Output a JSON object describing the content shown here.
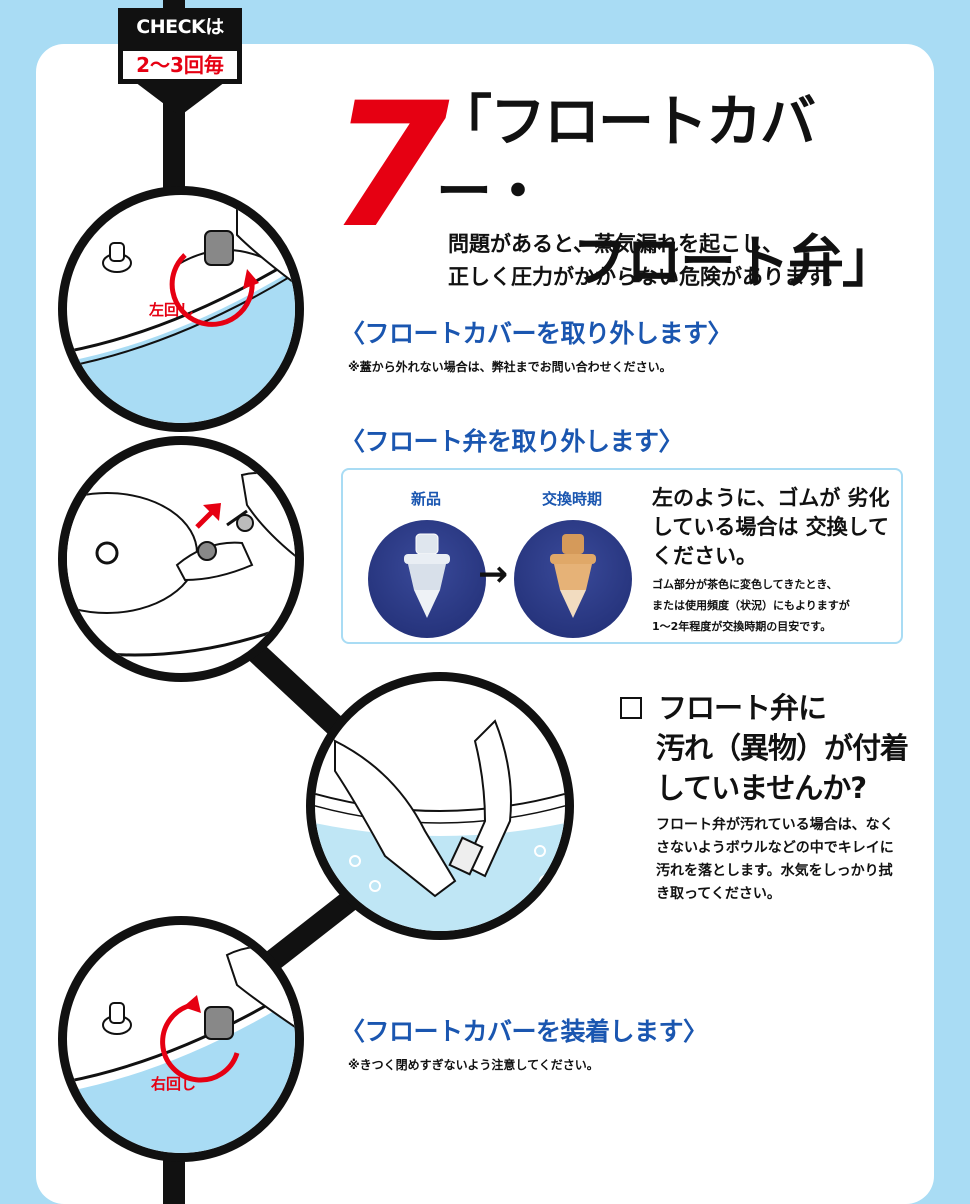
{
  "badge": {
    "top": "CHECKは",
    "bottom": "2〜3回毎"
  },
  "step": {
    "number": "7",
    "title_line1": "「フロートカバー・",
    "title_line2": "フロート弁」",
    "lead_line1": "問題があると、蒸気漏れを起こし、",
    "lead_line2": "正しく圧力がかからない危険があります。"
  },
  "section1": {
    "heading": "〈フロートカバーを取り外します〉",
    "note": "※蓋から外れない場合は、弊社までお問い合わせください。",
    "rotation_label": "左回し"
  },
  "section2": {
    "heading": "〈フロート弁を取り外します〉",
    "new_label": "新品",
    "replace_label": "交換時期",
    "box_heading": "左のように、ゴムが 劣化している場合は 交換してください。",
    "box_body_line1": "ゴム部分が茶色に変色してきたとき、",
    "box_body_line2": "または使用頻度（状況）にもよりますが",
    "box_body_line3": "1〜2年程度が交換時期の目安です。"
  },
  "check": {
    "line1": "フロート弁に",
    "line2": "汚れ（異物）が付着",
    "line3": "していませんか?",
    "body": "フロート弁が汚れている場合は、なくさないようボウルなどの中でキレイに汚れを落とします。水気をしっかり拭き取ってください。"
  },
  "section3": {
    "heading": "〈フロートカバーを装着します〉",
    "note": "※きつく閉めすぎないよう注意してください。",
    "rotation_label": "右回し"
  },
  "colors": {
    "accent_red": "#e60012",
    "heading_blue": "#1a56b0",
    "background_blue": "#a9dcf4"
  }
}
